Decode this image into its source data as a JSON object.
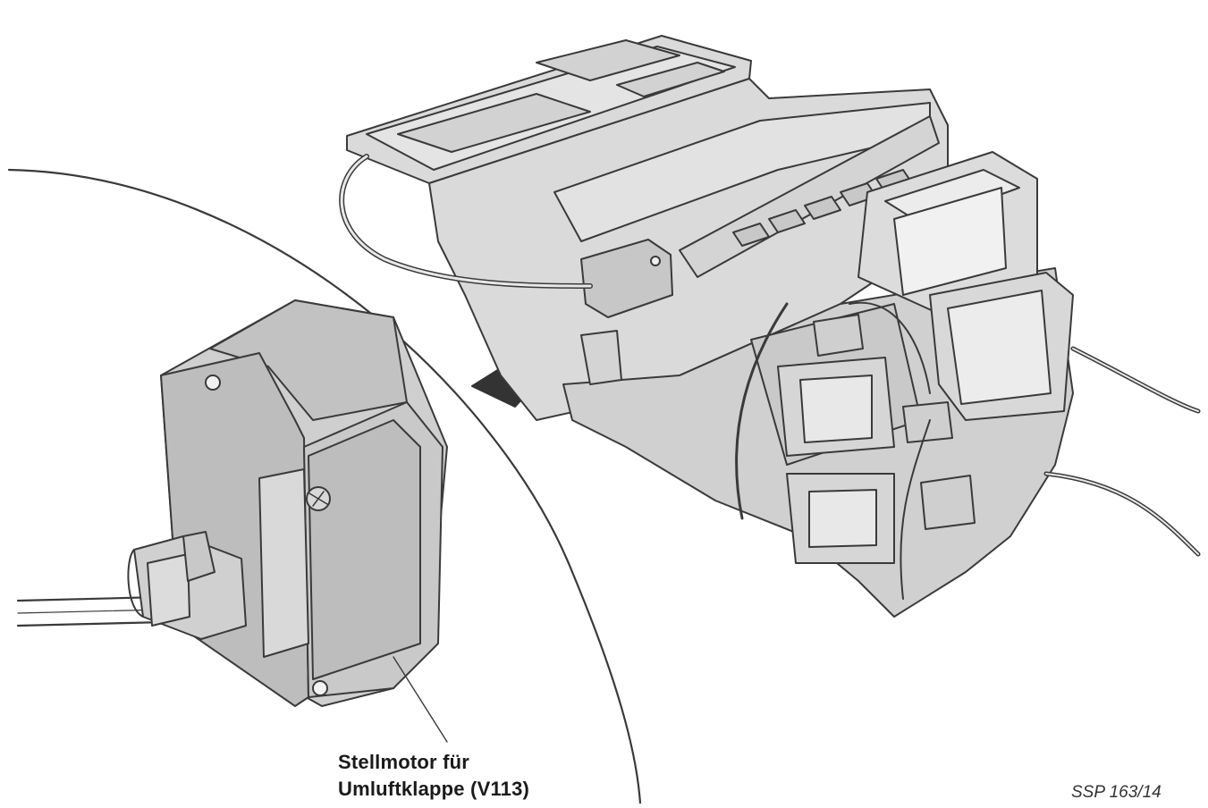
{
  "callout": {
    "line1": "Stellmotor für",
    "line2": "Umluftklappe (V113)"
  },
  "reference": "SSP 163/14",
  "colors": {
    "part_fill": "#d9d9d9",
    "part_shade": "#c4c4c4",
    "motor_fill": "#bdbdbd",
    "motor_light": "#cfcfcf",
    "outline": "#3a3a3a",
    "background": "#ffffff"
  }
}
